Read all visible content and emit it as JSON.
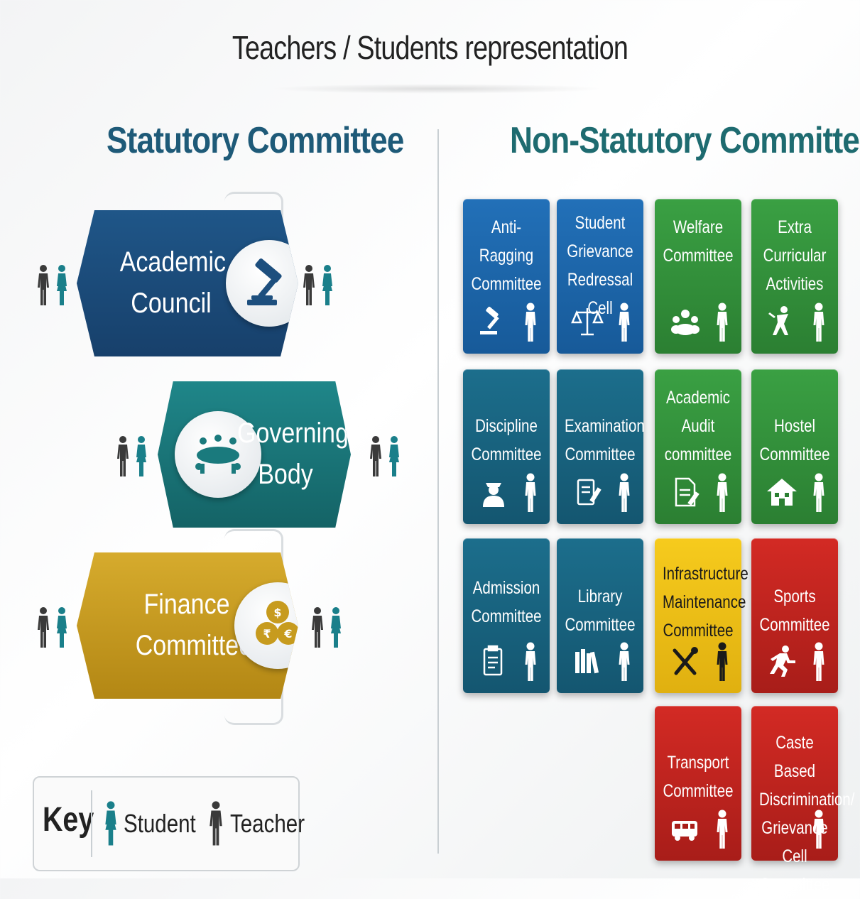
{
  "title": "Teachers / Students representation",
  "statutory": {
    "title": "Statutory Committee",
    "items": [
      {
        "label": "Academic\nCouncil",
        "color": "#1d4f7e",
        "icon": "gavel-icon"
      },
      {
        "label": "Governing\nBody",
        "color": "#1a7a7d",
        "icon": "meeting-table-icon"
      },
      {
        "label": "Finance\nCommittee",
        "color": "#c79b1e",
        "icon": "currency-coins-icon"
      }
    ]
  },
  "non_statutory": {
    "title": "Non-Statutory Committee",
    "tiles": [
      {
        "label": "Anti-Ragging\nCommittee",
        "color": "blue",
        "icon": "gavel-icon"
      },
      {
        "label": "Student\nGrievance\nRedressal Cell",
        "color": "blue",
        "icon": "scales-icon"
      },
      {
        "label": "Welfare\nCommittee",
        "color": "green",
        "icon": "group-icon"
      },
      {
        "label": "Extra Curricular\nActivities",
        "color": "green",
        "icon": "activity-icon"
      },
      {
        "label": "Discipline\nCommittee",
        "color": "teal",
        "icon": "officer-icon"
      },
      {
        "label": "Examination\nCommittee",
        "color": "teal",
        "icon": "exam-pad-icon"
      },
      {
        "label": "Academic\nAudit\ncommittee",
        "color": "green",
        "icon": "audit-doc-icon"
      },
      {
        "label": "Hostel\nCommittee",
        "color": "green",
        "icon": "house-icon"
      },
      {
        "label": "Admission\nCommittee",
        "color": "teal",
        "icon": "clipboard-icon"
      },
      {
        "label": "Library\nCommittee",
        "color": "teal",
        "icon": "books-icon"
      },
      {
        "label": "Infrastructure\nMaintenance\nCommittee",
        "color": "yellow",
        "icon": "tools-icon"
      },
      {
        "label": "Sports\nCommittee",
        "color": "red",
        "icon": "runner-icon"
      },
      {
        "label": "Transport\nCommittee",
        "color": "red",
        "icon": "bus-icon"
      },
      {
        "label": "Caste Based\nDiscrimination/\nGrievance Cell\nCommittee",
        "color": "red",
        "icon": "document-icon"
      }
    ]
  },
  "key": {
    "title": "Key",
    "student_label": "Student",
    "teacher_label": "Teacher",
    "student_color": "#1a7f8a",
    "teacher_color": "#3a3a3a"
  }
}
